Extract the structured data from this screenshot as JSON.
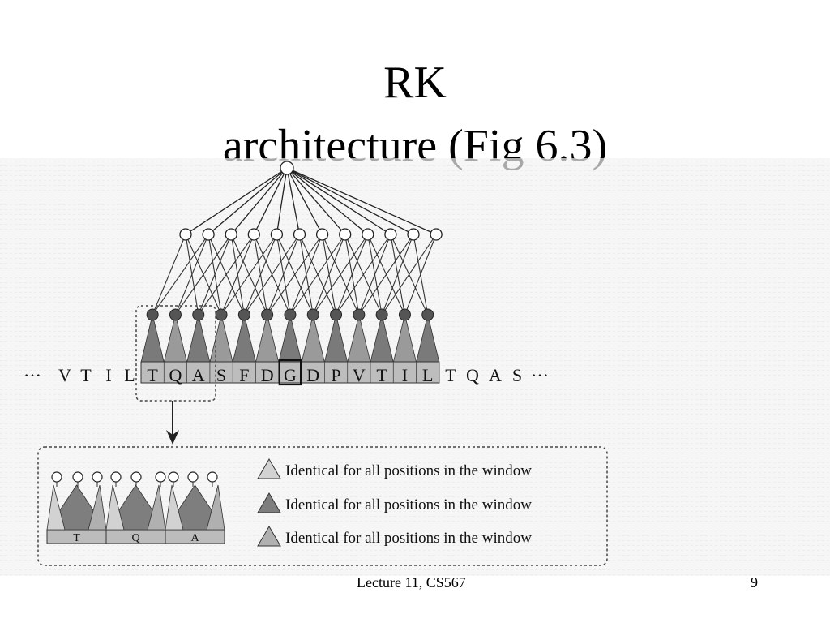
{
  "slide": {
    "title_line1": "RK",
    "title_line2": "architecture (Fig 6.3)",
    "footer": "Lecture 11, CS567",
    "page_number": "9"
  },
  "figure": {
    "sequence": {
      "left": [
        "···",
        "V",
        "T",
        "I",
        "L"
      ],
      "window": [
        "T",
        "Q",
        "A",
        "S",
        "F",
        "D",
        "G",
        "D",
        "P",
        "V",
        "T",
        "I",
        "L"
      ],
      "right": [
        "T",
        "Q",
        "A",
        "S",
        "···"
      ],
      "highlighted": "G"
    },
    "detail_positions": [
      "T",
      "Q",
      "A"
    ],
    "legend": [
      {
        "label": "Identical for all positions in the window",
        "shade": "#d2d2d2"
      },
      {
        "label": "Identical for all positions in the window",
        "shade": "#7e7e7e"
      },
      {
        "label": "Identical for all positions in the window",
        "shade": "#b0b0b0"
      }
    ]
  }
}
